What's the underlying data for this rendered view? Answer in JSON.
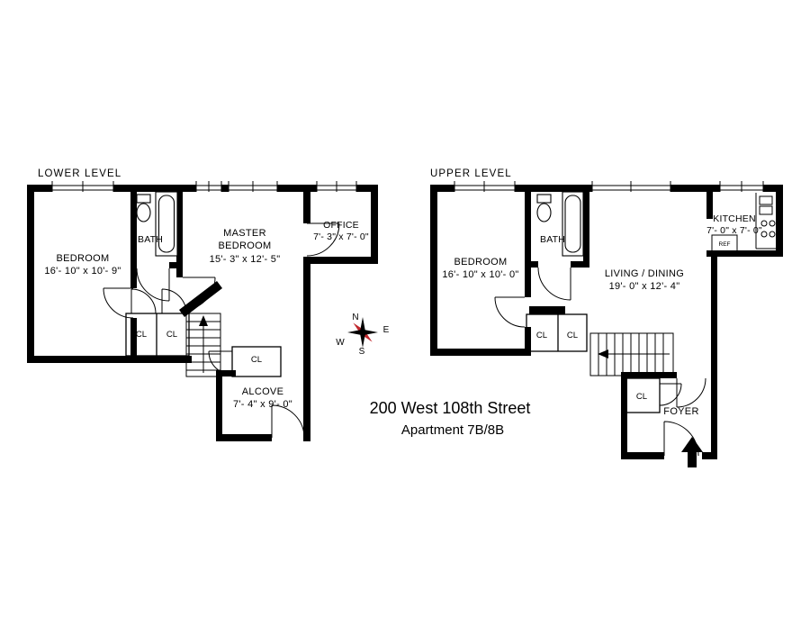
{
  "address": {
    "line1": "200 West 108th Street",
    "line2": "Apartment 7B/8B"
  },
  "lower": {
    "title": "LOWER LEVEL",
    "bedroom": {
      "name": "BEDROOM",
      "dims": "16'- 10\" x 10'- 9\""
    },
    "bath": {
      "name": "BATH"
    },
    "master": {
      "line1": "MASTER",
      "line2": "BEDROOM",
      "dims": "15'- 3\" x 12'- 5\""
    },
    "office": {
      "name": "OFFICE",
      "dims": "7'- 3\" x 7'- 0\""
    },
    "alcove": {
      "name": "ALCOVE",
      "dims": "7'- 4\" x 9'- 0\""
    },
    "cl1": "CL",
    "cl2": "CL",
    "cl3": "CL"
  },
  "upper": {
    "title": "UPPER LEVEL",
    "bedroom": {
      "name": "BEDROOM",
      "dims": "16'- 10\" x 10'- 0\""
    },
    "bath": {
      "name": "BATH"
    },
    "kitchen": {
      "name": "KITCHEN",
      "dims": "7'- 0\" x 7'- 0\"",
      "ref": "REF"
    },
    "living": {
      "name": "LIVING / DINING",
      "dims": "19'- 0\" x 12'- 4\""
    },
    "foyer": {
      "name": "FOYER"
    },
    "cl1": "CL",
    "cl2": "CL",
    "cl3": "CL"
  },
  "compass": {
    "n": "N",
    "e": "E",
    "s": "S",
    "w": "W"
  },
  "colors": {
    "walls": "#000000",
    "compass_accent": "#c0272d"
  }
}
